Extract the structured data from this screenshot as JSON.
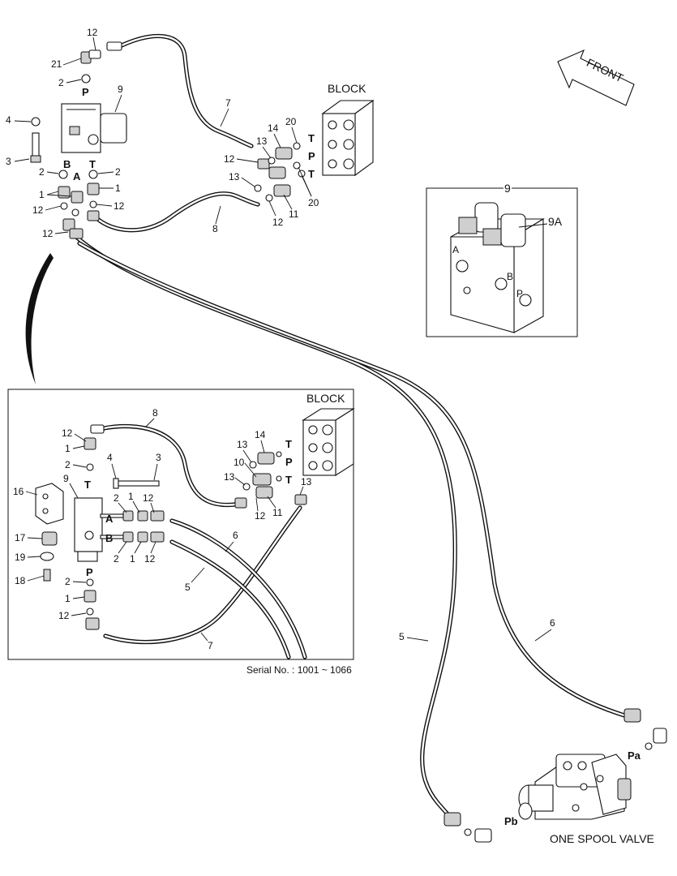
{
  "labels": {
    "block": "BLOCK",
    "front": "FRONT",
    "one_spool_valve": "ONE SPOOL VALVE",
    "serial": "Serial No. : 1001 ~ 1066",
    "port_p": "P",
    "port_t": "T",
    "port_a": "A",
    "port_b": "B",
    "port_pa": "Pa",
    "port_pb": "Pb",
    "detail_9": "9",
    "detail_9a": "9A",
    "detail_a": "A",
    "detail_b": "B",
    "detail_p": "P"
  },
  "parts": {
    "p1": "1",
    "p2": "2",
    "p3": "3",
    "p4": "4",
    "p5": "5",
    "p6": "6",
    "p7": "7",
    "p8": "8",
    "p9": "9",
    "p10": "10",
    "p11": "11",
    "p12": "12",
    "p13": "13",
    "p14": "14",
    "p16": "16",
    "p17": "17",
    "p18": "18",
    "p19": "19",
    "p20": "20",
    "p21": "21"
  }
}
